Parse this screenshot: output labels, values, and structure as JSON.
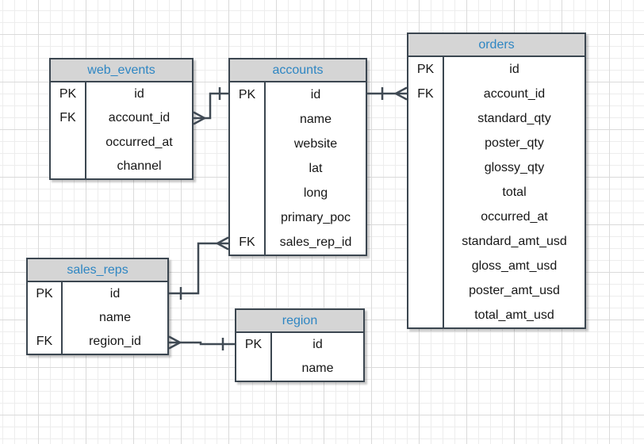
{
  "diagram": {
    "type": "entity-relationship",
    "tables": [
      {
        "name": "web_events",
        "columns": [
          {
            "key": "PK",
            "name": "id"
          },
          {
            "key": "FK",
            "name": "account_id"
          },
          {
            "key": "",
            "name": "occurred_at"
          },
          {
            "key": "",
            "name": "channel"
          }
        ]
      },
      {
        "name": "accounts",
        "columns": [
          {
            "key": "PK",
            "name": "id"
          },
          {
            "key": "",
            "name": "name"
          },
          {
            "key": "",
            "name": "website"
          },
          {
            "key": "",
            "name": "lat"
          },
          {
            "key": "",
            "name": "long"
          },
          {
            "key": "",
            "name": "primary_poc"
          },
          {
            "key": "FK",
            "name": "sales_rep_id"
          }
        ]
      },
      {
        "name": "orders",
        "columns": [
          {
            "key": "PK",
            "name": "id"
          },
          {
            "key": "FK",
            "name": "account_id"
          },
          {
            "key": "",
            "name": "standard_qty"
          },
          {
            "key": "",
            "name": "poster_qty"
          },
          {
            "key": "",
            "name": "glossy_qty"
          },
          {
            "key": "",
            "name": "total"
          },
          {
            "key": "",
            "name": "occurred_at"
          },
          {
            "key": "",
            "name": "standard_amt_usd"
          },
          {
            "key": "",
            "name": "gloss_amt_usd"
          },
          {
            "key": "",
            "name": "poster_amt_usd"
          },
          {
            "key": "",
            "name": "total_amt_usd"
          }
        ]
      },
      {
        "name": "sales_reps",
        "columns": [
          {
            "key": "PK",
            "name": "id"
          },
          {
            "key": "",
            "name": "name"
          },
          {
            "key": "FK",
            "name": "region_id"
          }
        ]
      },
      {
        "name": "region",
        "columns": [
          {
            "key": "PK",
            "name": "id"
          },
          {
            "key": "",
            "name": "name"
          }
        ]
      }
    ],
    "relationships": [
      {
        "from_table": "web_events",
        "from_column": "account_id",
        "from_cardinality": "many",
        "to_table": "accounts",
        "to_column": "id",
        "to_cardinality": "one"
      },
      {
        "from_table": "accounts",
        "from_column": "id",
        "from_cardinality": "one",
        "to_table": "orders",
        "to_column": "account_id",
        "to_cardinality": "many"
      },
      {
        "from_table": "sales_reps",
        "from_column": "id",
        "from_cardinality": "one",
        "to_table": "accounts",
        "to_column": "sales_rep_id",
        "to_cardinality": "many"
      },
      {
        "from_table": "sales_reps",
        "from_column": "region_id",
        "from_cardinality": "many",
        "to_table": "region",
        "to_column": "id",
        "to_cardinality": "one"
      }
    ],
    "colors": {
      "header_fill": "#d5d5d5",
      "header_text": "#2e86c3",
      "stroke": "#3b4650",
      "connector": "#404a54",
      "row_text": "#161616",
      "grid_minor": "#ededed",
      "grid_major": "#dadada",
      "background": "#ffffff"
    }
  }
}
